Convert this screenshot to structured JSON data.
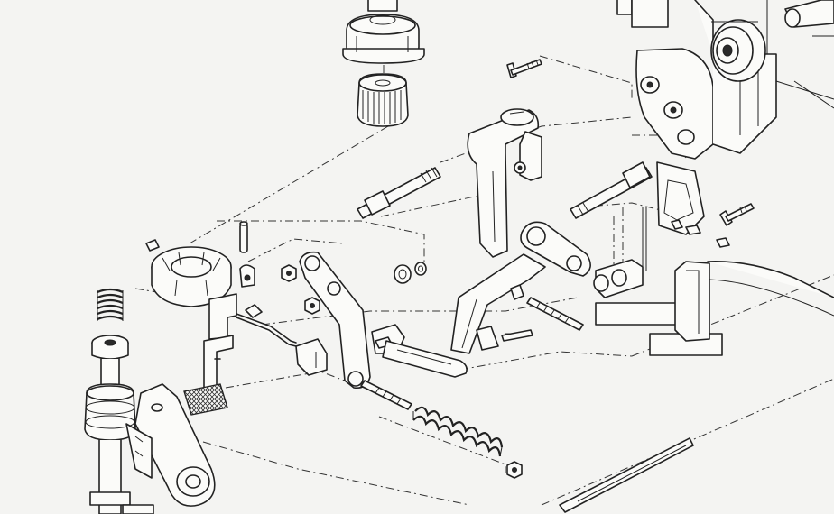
{
  "diagram": {
    "type": "exploded-assembly-line-drawing",
    "colors": {
      "background": "#f4f4f2",
      "ink": "#222222"
    },
    "parts": [
      {
        "id": "upper-gear-knob"
      },
      {
        "id": "ring-gear"
      },
      {
        "id": "screw-upper-center"
      },
      {
        "id": "pivot-shaft-left"
      },
      {
        "id": "bell-crank-lever"
      },
      {
        "id": "clevis-link"
      },
      {
        "id": "pivot-shaft-right"
      },
      {
        "id": "screw-right"
      },
      {
        "id": "main-housing-frame"
      },
      {
        "id": "pulley-hub"
      },
      {
        "id": "slotted-cam"
      },
      {
        "id": "dowel-pin"
      },
      {
        "id": "clamp-collar"
      },
      {
        "id": "compression-spring-left"
      },
      {
        "id": "spindle-post"
      },
      {
        "id": "pedal-bracket"
      },
      {
        "id": "crank-arm"
      },
      {
        "id": "flat-washers"
      },
      {
        "id": "hex-nuts"
      },
      {
        "id": "wire-link"
      },
      {
        "id": "pivot-lever"
      },
      {
        "id": "angled-bracket"
      },
      {
        "id": "flat-link-bar"
      },
      {
        "id": "tension-rod"
      },
      {
        "id": "extension-spring"
      },
      {
        "id": "hex-nut-bottom"
      },
      {
        "id": "lower-frame-base"
      },
      {
        "id": "guide-rail"
      }
    ]
  }
}
